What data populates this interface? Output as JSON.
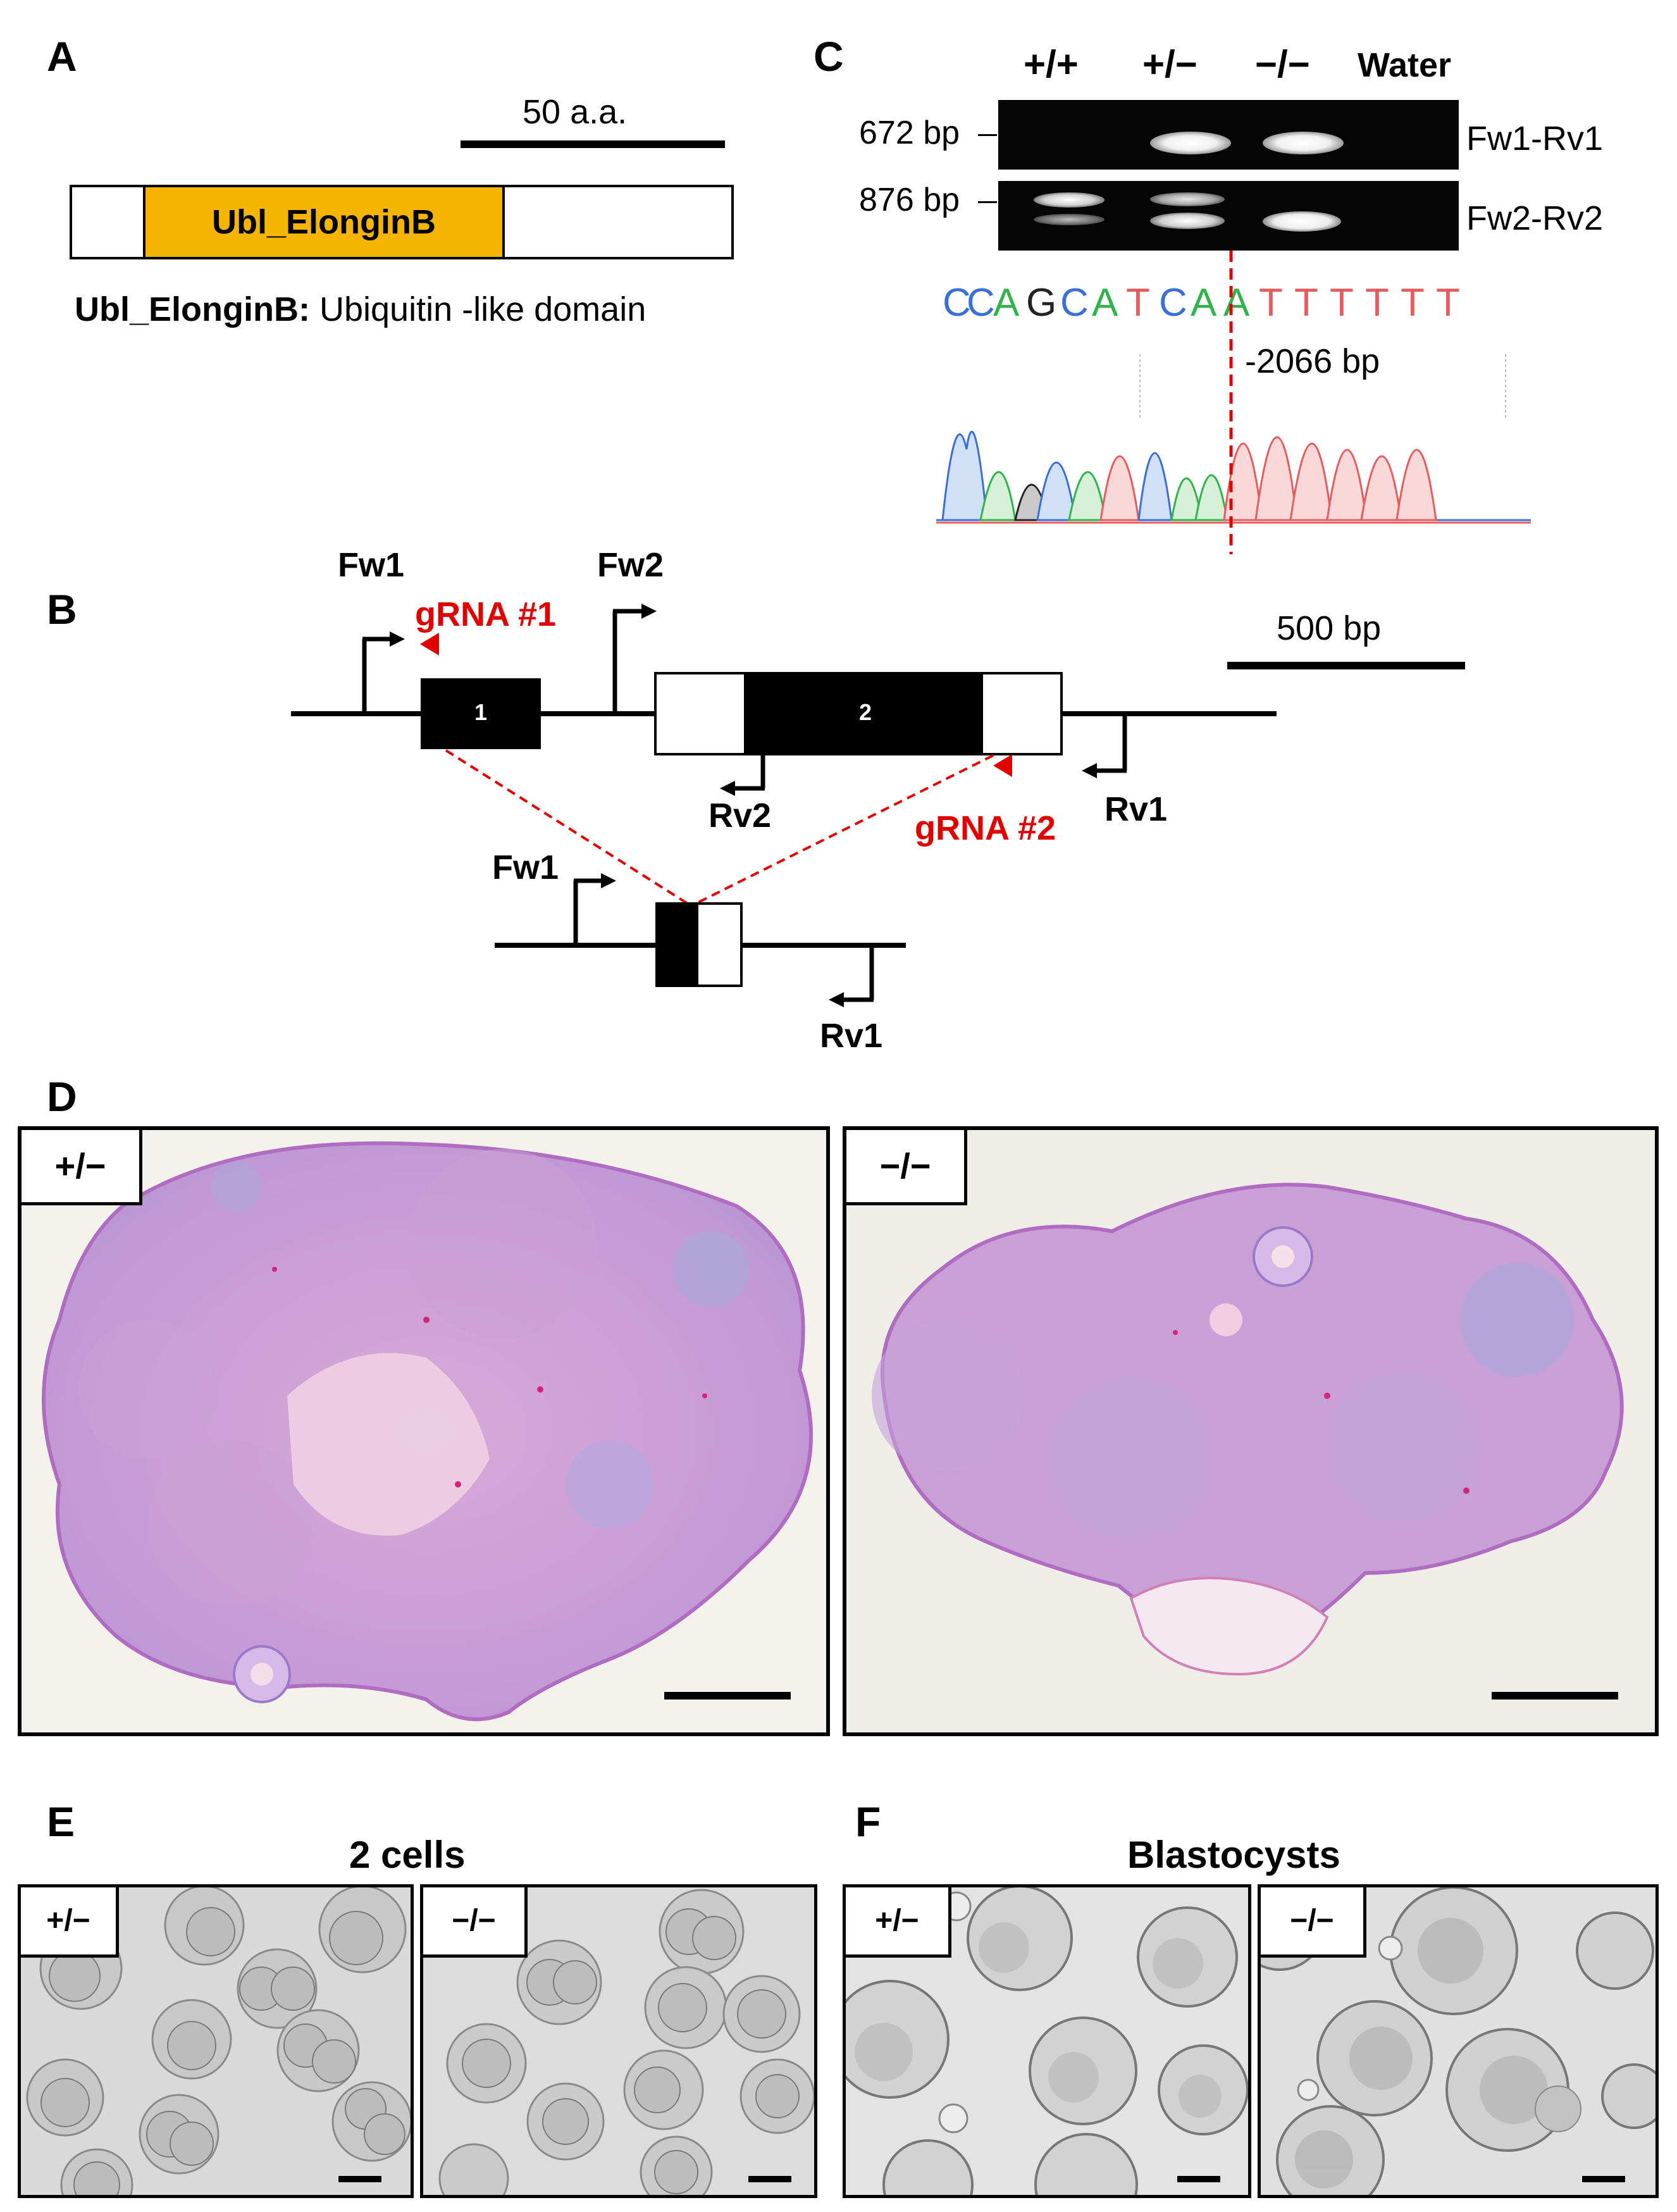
{
  "panels": {
    "A": "A",
    "B": "B",
    "C": "C",
    "D": "D",
    "E": "E",
    "F": "F"
  },
  "panelA": {
    "scale_label": "50 a.a.",
    "domain_name": "Ubl_ElonginB",
    "legend_term": "Ubl_ElonginB:",
    "legend_desc": "Ubiquitin -like domain",
    "domain_color": "#f5b400"
  },
  "panelB": {
    "fw1": "Fw1",
    "fw2": "Fw2",
    "rv1": "Rv1",
    "rv2": "Rv2",
    "grna1": "gRNA #1",
    "grna2": "gRNA #2",
    "exon1": "1",
    "exon2": "2",
    "scale_label": "500 bp",
    "deleted_fw1": "Fw1",
    "deleted_rv1": "Rv1"
  },
  "panelC": {
    "lanes": [
      "+/+",
      "+/−",
      "−/−",
      "Water"
    ],
    "bands": [
      {
        "size": "672 bp",
        "primers": "Fw1-Rv1"
      },
      {
        "size": "876 bp",
        "primers": "Fw2-Rv2"
      }
    ],
    "sequence": [
      {
        "base": "C",
        "color": "#3a6fd8"
      },
      {
        "base": "C",
        "color": "#3a6fd8"
      },
      {
        "base": "A",
        "color": "#2fb34a"
      },
      {
        "base": "G",
        "color": "#222222"
      },
      {
        "base": "C",
        "color": "#3a6fd8"
      },
      {
        "base": "A",
        "color": "#2fb34a"
      },
      {
        "base": "T",
        "color": "#e65c5c"
      },
      {
        "base": "C",
        "color": "#3a6fd8"
      },
      {
        "base": "A",
        "color": "#2fb34a"
      },
      {
        "base": "A",
        "color": "#2fb34a"
      },
      {
        "base": "T",
        "color": "#e65c5c"
      },
      {
        "base": "T",
        "color": "#e65c5c"
      },
      {
        "base": "T",
        "color": "#e65c5c"
      },
      {
        "base": "T",
        "color": "#e65c5c"
      },
      {
        "base": "T",
        "color": "#e65c5c"
      },
      {
        "base": "T",
        "color": "#e65c5c"
      }
    ],
    "deletion_label": "-2066 bp"
  },
  "panelD": {
    "left_genotype": "+/−",
    "right_genotype": "−/−"
  },
  "panelE": {
    "title": "2 cells",
    "left_genotype": "+/−",
    "right_genotype": "−/−"
  },
  "panelF": {
    "title": "Blastocysts",
    "left_genotype": "+/−",
    "right_genotype": "−/−"
  }
}
